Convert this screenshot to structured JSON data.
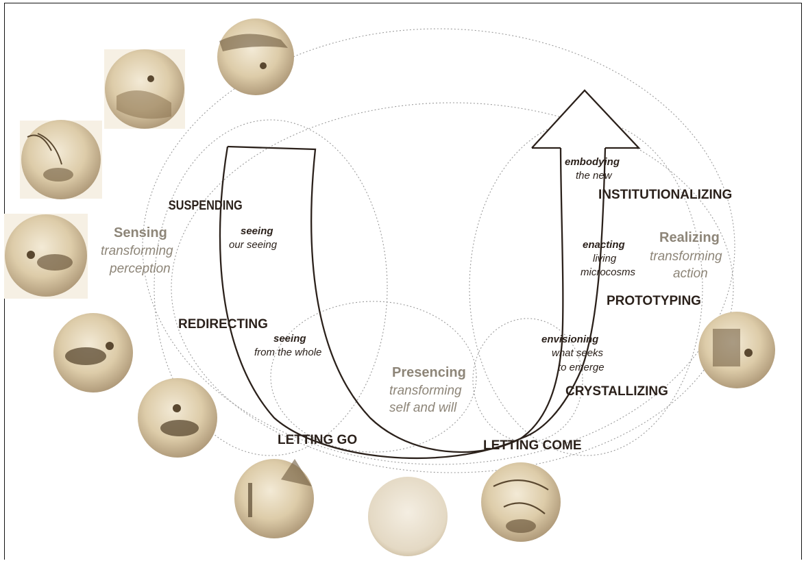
{
  "stages": {
    "suspending": "SUSPENDING",
    "redirecting": "REDIRECTING",
    "letting_go": "LETTING GO",
    "letting_come": "LETTING COME",
    "crystallizing": "CRYSTALLIZING",
    "prototyping": "PROTOTYPING",
    "institutionalizing": "INSTITUTIONALIZING"
  },
  "phases": {
    "sensing": {
      "title": "Sensing",
      "line1": "transforming",
      "line2": "perception"
    },
    "presencing": {
      "title": "Presencing",
      "line1": "transforming",
      "line2": "self and will"
    },
    "realizing": {
      "title": "Realizing",
      "line1": "transforming",
      "line2": "action"
    }
  },
  "actions": {
    "seeing_our": {
      "verb": "seeing",
      "object": "our seeing"
    },
    "seeing_whole": {
      "verb": "seeing",
      "object": "from the whole"
    },
    "envisioning": {
      "verb": "envisioning",
      "line1": "what seeks",
      "line2": "to emerge"
    },
    "enacting": {
      "verb": "enacting",
      "line1": "living",
      "line2": "microcosms"
    },
    "embodying": {
      "verb": "embodying",
      "object": "the new"
    }
  },
  "colors": {
    "ink": "#2b211b",
    "phase_text": "#8d8578",
    "sepia_light": "#ece1c9",
    "sepia_dark": "#6e5a3e"
  },
  "illustrations": [
    "ox-herding-scene-1",
    "ox-herding-scene-2",
    "ox-herding-scene-3",
    "ox-herding-scene-4",
    "ox-herding-scene-5",
    "ox-herding-scene-6",
    "ox-herding-scene-7",
    "ox-herding-scene-8-empty-circle",
    "ox-herding-scene-9",
    "ox-herding-scene-10"
  ]
}
